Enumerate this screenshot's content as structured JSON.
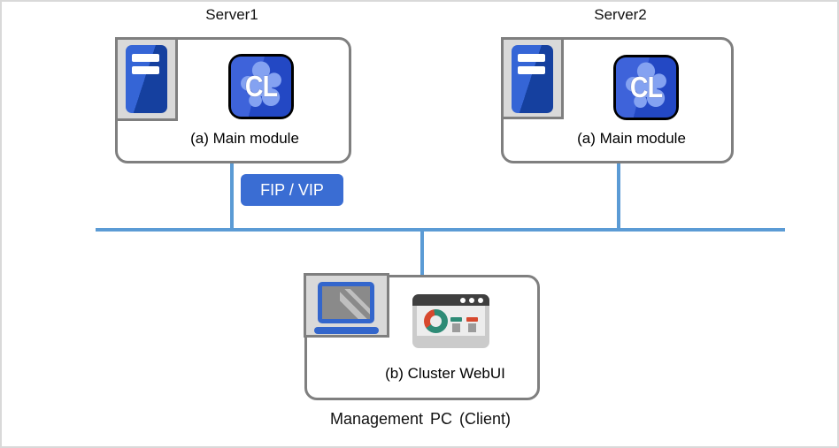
{
  "servers": [
    {
      "title": "Server1",
      "module_label": "(a) Main module"
    },
    {
      "title": "Server2",
      "module_label": "(a) Main module"
    }
  ],
  "badge": {
    "label": "FIP / VIP",
    "color": "#3a6dd3"
  },
  "management": {
    "module_label": "(b) Cluster WebUI",
    "caption": "Management PC (Client)"
  },
  "icons": {
    "cl_app_text": "CL",
    "server_tower": "server-tower-icon",
    "laptop": "laptop-icon",
    "webui_browser": "browser-dashboard-icon"
  },
  "colors": {
    "network_line": "#5b9bd5",
    "box_border": "#7f7f7f",
    "icon_panel_bg": "#d9d9d9",
    "tower_blue_light": "#3565d6",
    "tower_blue_dark": "#15409f",
    "cl_icon_blue": "#2348c4",
    "cl_blob_blue": "#84a2f1",
    "laptop_blue": "#3366cc",
    "browser_titlebar": "#3f3f3f",
    "donut_teal": "#2e8b76",
    "donut_red": "#d7492e"
  }
}
